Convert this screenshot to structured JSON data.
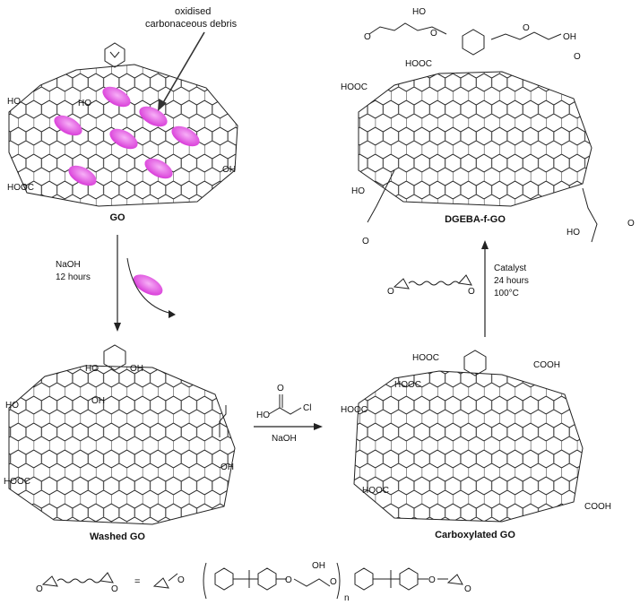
{
  "structures": {
    "go": {
      "name": "GO",
      "annotation": "oxidised\ncarbonaceous debris"
    },
    "washed_go": {
      "name": "Washed GO"
    },
    "carboxylated_go": {
      "name": "Carboxylated GO"
    },
    "dgeba_f_go": {
      "name": "DGEBA-f-GO"
    }
  },
  "steps": {
    "washing": {
      "conditions": [
        "NaOH",
        "12 hours"
      ]
    },
    "carboxylation": {
      "reagent": "Cl",
      "conditions": [
        "NaOH"
      ]
    },
    "functionalisation": {
      "conditions": [
        "Catalyst",
        "24 hours",
        "100°C"
      ]
    }
  },
  "groups": {
    "ho": "HO",
    "oh": "OH",
    "hooc": "HOOC",
    "cooh": "COOH",
    "o": "O",
    "n": "n"
  },
  "legend": {
    "equals": "="
  },
  "colors": {
    "debris": "#e040e0",
    "bond": "#222222"
  }
}
